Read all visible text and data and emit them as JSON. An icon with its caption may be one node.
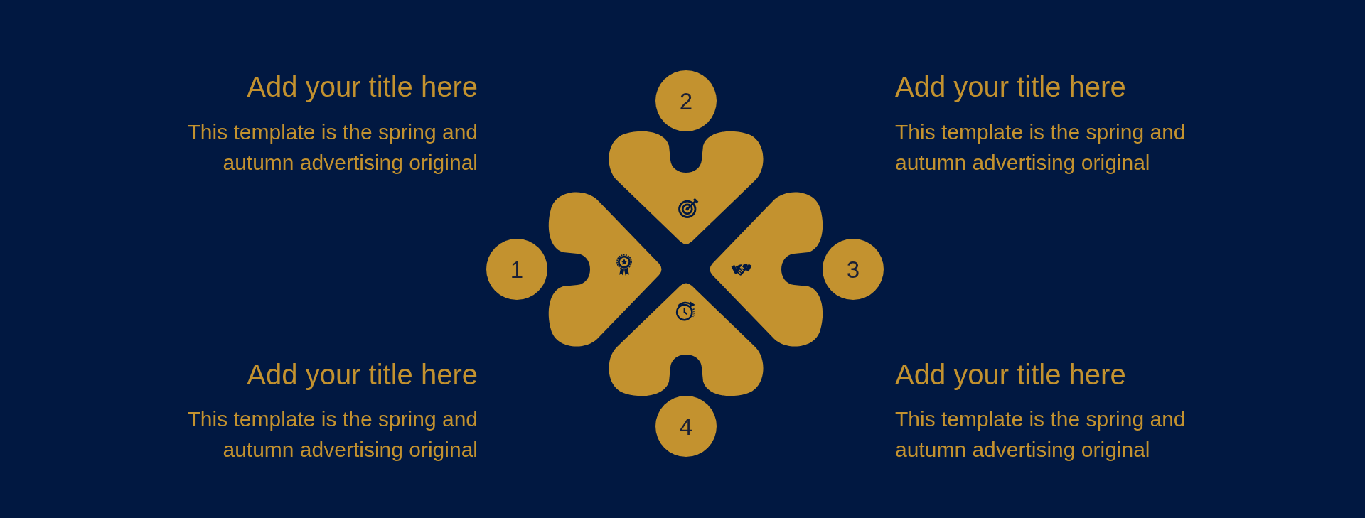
{
  "diagram": {
    "nodes": [
      {
        "text": [
          "1"
        ]
      },
      {
        "text": [],
        "shape": "heart"
      },
      {
        "text": [
          "2"
        ]
      },
      {
        "text": [],
        "shape": "heart"
      },
      {
        "text": [
          "3"
        ]
      },
      {
        "text": [],
        "shape": "heart"
      },
      {
        "text": [
          "4"
        ]
      },
      {
        "text": [],
        "shape": "heart"
      }
    ],
    "labels": [
      "Add your title here",
      "This template is the spring and autumn advertising original",
      "Add your title here",
      "This template is the spring and autumn advertising original",
      "Add your title here",
      "This template is the spring and autumn advertising original",
      "Add your title here",
      "This template is the spring and autumn advertising original"
    ]
  }
}
